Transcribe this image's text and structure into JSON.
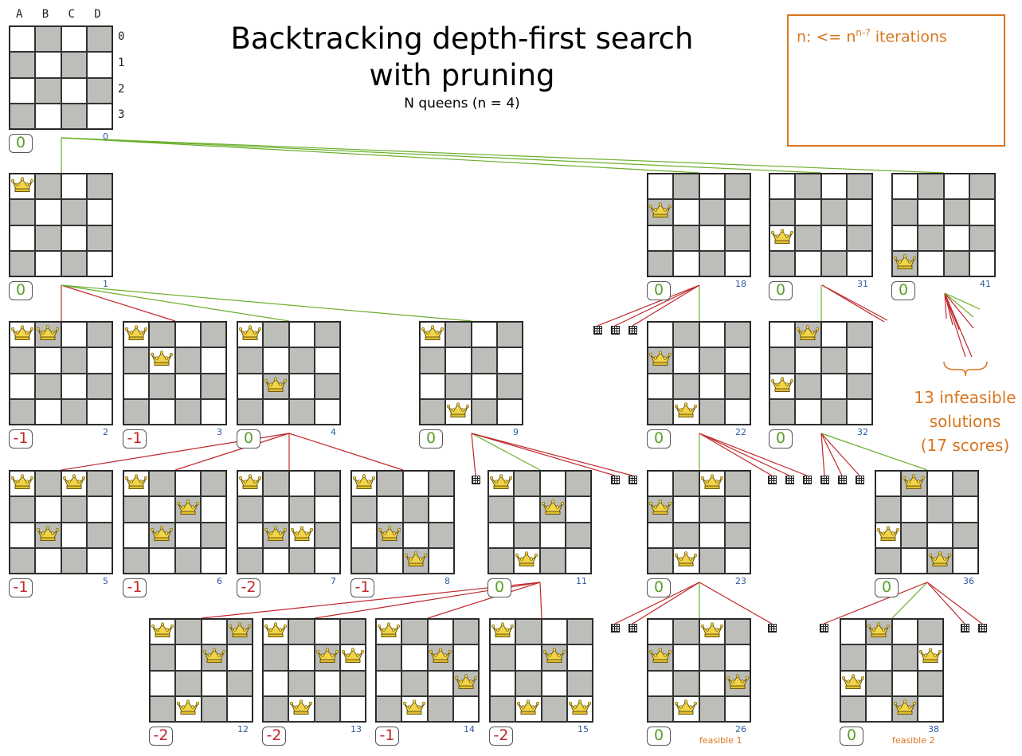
{
  "title_line1": "Backtracking depth-first search",
  "title_line2": "with pruning",
  "subtitle": "N queens (n = 4)",
  "legend": {
    "prefix": "n: <= n",
    "sup": "n-?",
    "suffix": " iterations"
  },
  "columns": [
    "A",
    "B",
    "C",
    "D"
  ],
  "rows": [
    "0",
    "1",
    "2",
    "3"
  ],
  "infeasible": {
    "line1": "13 infeasible",
    "line2": "solutions",
    "line3": "(17 scores)"
  },
  "colors": {
    "ok": "#5aa02c",
    "bad": "#c0282c",
    "dark_cell": "#bdbdba",
    "accent": "#d9751e",
    "number": "#2d5aa0"
  },
  "nodes": [
    {
      "id": "0",
      "queens": [],
      "score": "0"
    },
    {
      "id": "1",
      "queens": [
        [
          0,
          0
        ]
      ],
      "score": "0"
    },
    {
      "id": "18",
      "queens": [
        [
          0,
          1
        ]
      ],
      "score": "0"
    },
    {
      "id": "31",
      "queens": [
        [
          0,
          2
        ]
      ],
      "score": "0"
    },
    {
      "id": "41",
      "queens": [
        [
          0,
          3
        ]
      ],
      "score": "0"
    },
    {
      "id": "2",
      "queens": [
        [
          0,
          0
        ],
        [
          1,
          0
        ]
      ],
      "score": "-1"
    },
    {
      "id": "3",
      "queens": [
        [
          0,
          0
        ],
        [
          1,
          1
        ]
      ],
      "score": "-1"
    },
    {
      "id": "4",
      "queens": [
        [
          0,
          0
        ],
        [
          1,
          2
        ]
      ],
      "score": "0"
    },
    {
      "id": "9",
      "queens": [
        [
          0,
          0
        ],
        [
          1,
          3
        ]
      ],
      "score": "0"
    },
    {
      "id": "22",
      "queens": [
        [
          0,
          1
        ],
        [
          1,
          3
        ]
      ],
      "score": "0"
    },
    {
      "id": "32",
      "queens": [
        [
          0,
          2
        ],
        [
          1,
          0
        ]
      ],
      "score": "0"
    },
    {
      "id": "5",
      "queens": [
        [
          0,
          0
        ],
        [
          1,
          2
        ],
        [
          2,
          0
        ]
      ],
      "score": "-1"
    },
    {
      "id": "6",
      "queens": [
        [
          0,
          0
        ],
        [
          1,
          2
        ],
        [
          2,
          1
        ]
      ],
      "score": "-1"
    },
    {
      "id": "7",
      "queens": [
        [
          0,
          0
        ],
        [
          1,
          2
        ],
        [
          2,
          2
        ]
      ],
      "score": "-2"
    },
    {
      "id": "8",
      "queens": [
        [
          0,
          0
        ],
        [
          1,
          2
        ],
        [
          2,
          3
        ]
      ],
      "score": "-1"
    },
    {
      "id": "11",
      "queens": [
        [
          0,
          0
        ],
        [
          1,
          3
        ],
        [
          2,
          1
        ]
      ],
      "score": "0"
    },
    {
      "id": "23",
      "queens": [
        [
          0,
          1
        ],
        [
          1,
          3
        ],
        [
          2,
          0
        ]
      ],
      "score": "0"
    },
    {
      "id": "36",
      "queens": [
        [
          0,
          2
        ],
        [
          1,
          0
        ],
        [
          2,
          3
        ]
      ],
      "score": "0"
    },
    {
      "id": "12",
      "queens": [
        [
          0,
          0
        ],
        [
          1,
          3
        ],
        [
          2,
          1
        ],
        [
          3,
          0
        ]
      ],
      "score": "-2"
    },
    {
      "id": "13",
      "queens": [
        [
          0,
          0
        ],
        [
          1,
          3
        ],
        [
          2,
          1
        ],
        [
          3,
          1
        ]
      ],
      "score": "-2"
    },
    {
      "id": "14",
      "queens": [
        [
          0,
          0
        ],
        [
          1,
          3
        ],
        [
          2,
          1
        ],
        [
          3,
          2
        ]
      ],
      "score": "-1"
    },
    {
      "id": "15",
      "queens": [
        [
          0,
          0
        ],
        [
          1,
          3
        ],
        [
          2,
          1
        ],
        [
          3,
          3
        ]
      ],
      "score": "-2"
    },
    {
      "id": "26",
      "queens": [
        [
          0,
          1
        ],
        [
          1,
          3
        ],
        [
          2,
          0
        ],
        [
          3,
          2
        ]
      ],
      "score": "0",
      "feasible": "feasible 1"
    },
    {
      "id": "38",
      "queens": [
        [
          0,
          2
        ],
        [
          1,
          0
        ],
        [
          2,
          3
        ],
        [
          3,
          1
        ]
      ],
      "score": "0",
      "feasible": "feasible 2"
    }
  ]
}
